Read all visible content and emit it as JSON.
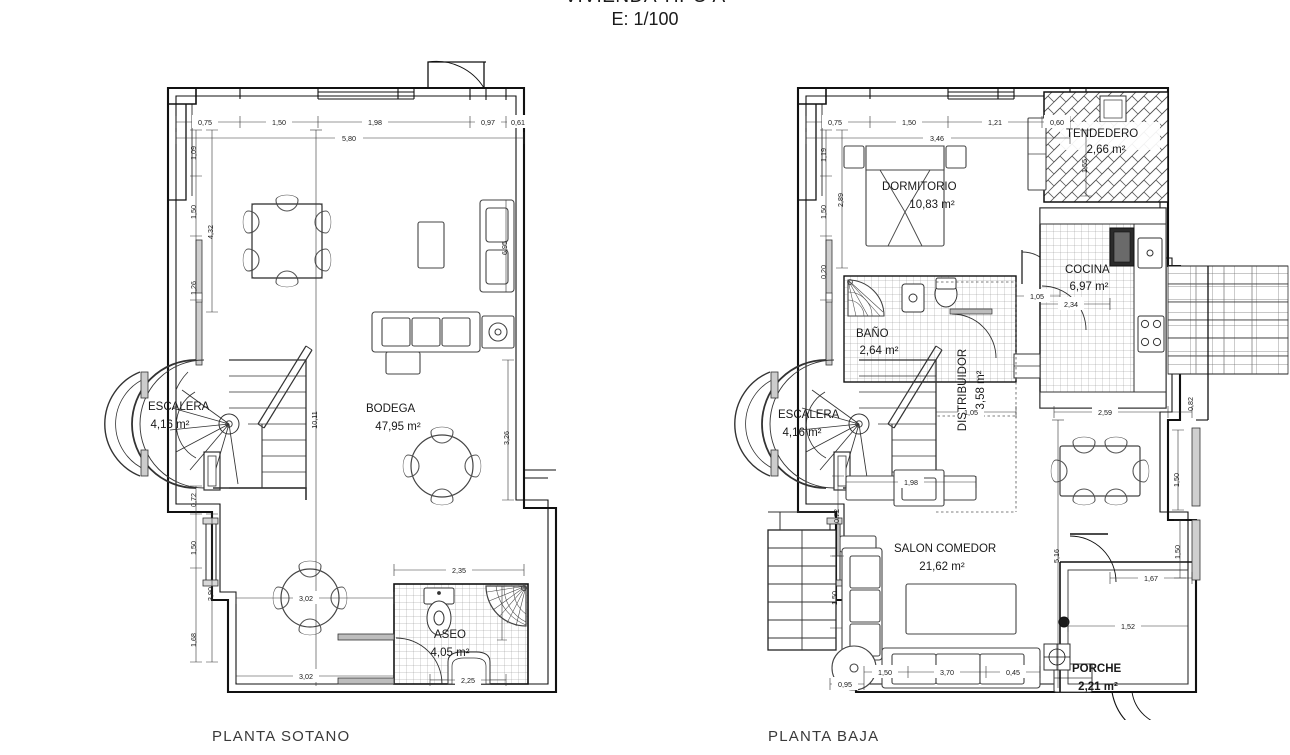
{
  "document": {
    "title_line1": "VIVIENDA TIPO A",
    "title_line2": "E: 1/100",
    "drawing_type": "architectural-floor-plan",
    "scale": "1/100",
    "ink_color": "#1a1a1a",
    "paper_color": "#ffffff"
  },
  "plans": [
    {
      "id": "planta-sotano",
      "caption": "PLANTA SOTANO",
      "rooms": [
        {
          "name": "ESCALERA",
          "area": "4,16 m²",
          "bold": false
        },
        {
          "name": "BODEGA",
          "area": "47,95 m²",
          "bold": false
        },
        {
          "name": "ASEO",
          "area": "4,05 m²",
          "bold": false
        }
      ],
      "dimensions_top": [
        "0,75",
        "1,50",
        "1,98",
        "0,97",
        "0,61"
      ],
      "dimensions_top_total": "5,80",
      "dimensions_left": [
        "1,09",
        "1,50",
        "1,26",
        "4,32"
      ],
      "dimensions_left_lower": [
        "0,72",
        "1,50",
        "3,90",
        "1,68"
      ],
      "dimensions_right": [
        "6,95",
        "10,11",
        "3,26"
      ],
      "dimensions_bottom": [
        "3,02",
        "2,35",
        "3,02",
        "2,25"
      ],
      "furniture": [
        "dining-table-6-chairs",
        "sofa-set",
        "round-table-4-chairs",
        "armchair",
        "toilet",
        "shower",
        "bathtub",
        "spiral-staircase",
        "straight-stair-flight"
      ]
    },
    {
      "id": "planta-baja",
      "caption": "PLANTA BAJA",
      "rooms": [
        {
          "name": "TENDEDERO",
          "area": "2,66 m²",
          "bold": false
        },
        {
          "name": "DORMITORIO",
          "area": "10,83 m²",
          "bold": false
        },
        {
          "name": "COCINA",
          "area": "6,97 m²",
          "bold": false
        },
        {
          "name": "BAÑO",
          "area": "2,64 m²",
          "bold": false
        },
        {
          "name": "DISTRIBUIDOR",
          "area": "3,58 m²",
          "bold": false,
          "rotated": true
        },
        {
          "name": "ESCALERA",
          "area": "4,16 m²",
          "bold": false
        },
        {
          "name": "SALON COMEDOR",
          "area": "21,62 m²",
          "bold": false
        },
        {
          "name": "PORCHE",
          "area": "2,21 m²",
          "bold": true
        }
      ],
      "dimensions_top": [
        "0,75",
        "1,50",
        "1,21",
        "0,60"
      ],
      "dimensions_top_total": "3,46",
      "dimensions_left": [
        "1,19",
        "1,50",
        "2,89",
        "0,20"
      ],
      "dimensions_right_top": [
        "1,55",
        "1,05"
      ],
      "dimensions_mid": [
        "1,05",
        "2,34",
        "1,05",
        "2,59",
        "0,82",
        "1,50",
        "5,16",
        "1,98",
        "0,72"
      ],
      "dimensions_lower": [
        "1,67",
        "1,52",
        "1,50",
        "3,70",
        "1,50",
        "0,45",
        "0,95"
      ],
      "furniture": [
        "bed-double",
        "nightstand",
        "wardrobe",
        "sink",
        "toilet",
        "shower",
        "kitchen-counter",
        "hob-4-burner",
        "oven",
        "fridge",
        "dining-table-6-chairs",
        "sofa-3-seat",
        "sofa-2-seat",
        "coffee-table",
        "armchair",
        "round-side-table",
        "spiral-staircase",
        "straight-stair-flight",
        "exterior-steps"
      ]
    }
  ]
}
